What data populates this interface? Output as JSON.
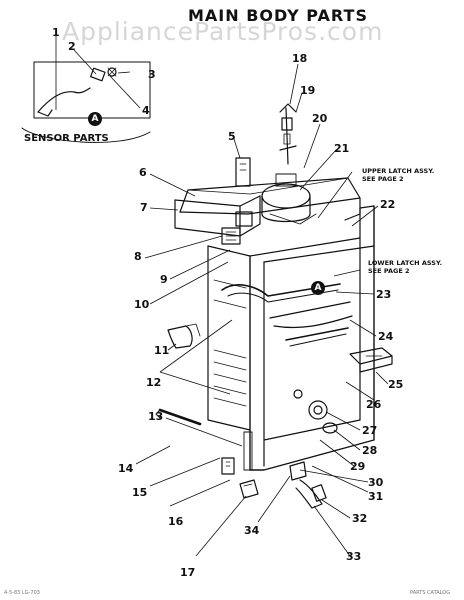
{
  "title": "MAIN BODY PARTS",
  "watermark": "AppliancePartsPros.com",
  "sensor_label": "SENSOR PARTS",
  "callout_letter": "A",
  "notes": {
    "upper_latch": "UPPER LATCH ASSY.\nSEE PAGE 2",
    "lower_latch": "LOWER LATCH ASSY.\nSEE PAGE 2"
  },
  "part_numbers": [
    "1",
    "2",
    "3",
    "4",
    "5",
    "6",
    "7",
    "8",
    "9",
    "10",
    "11",
    "12",
    "13",
    "14",
    "15",
    "16",
    "17",
    "18",
    "19",
    "20",
    "21",
    "22",
    "23",
    "24",
    "25",
    "26",
    "27",
    "28",
    "29",
    "30",
    "31",
    "32",
    "33",
    "34"
  ],
  "footer": {
    "left": "4-5-83 LG-703",
    "right": "PARTS CATALOG"
  },
  "colors": {
    "ink": "#111111",
    "watermark": "#d6d6d6"
  }
}
